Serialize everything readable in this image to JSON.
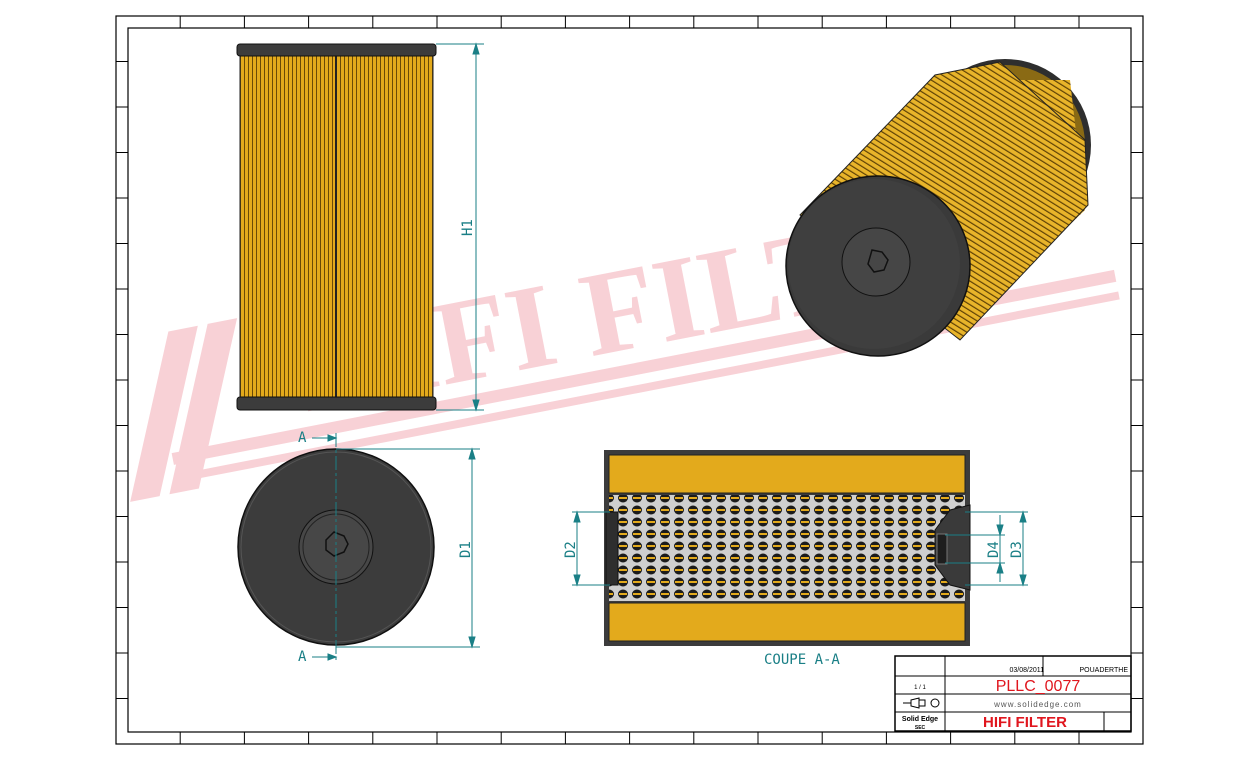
{
  "watermark": {
    "text": "HIFI FILTER",
    "color": "#f7c9cf"
  },
  "colors": {
    "media": "#e3aa1c",
    "caps": "#3c3c3c",
    "dimension": "#1a7f86",
    "title_red": "#e0161e"
  },
  "dimensions": {
    "h1": "H1",
    "d1": "D1",
    "d2": "D2",
    "d3": "D3",
    "d4": "D4"
  },
  "section": {
    "marker": "A",
    "marker_bottom": "A",
    "caption": "COUPE A-A"
  },
  "title_block": {
    "date": "03/08/2011",
    "drawn_by": "POUADERTHE",
    "sheet": "1 / 1",
    "part_number": "PLLC_0077",
    "website": "www.solidedge.com",
    "software": "Solid Edge",
    "software_sub": "SEC",
    "company": "HIFI FILTER"
  }
}
